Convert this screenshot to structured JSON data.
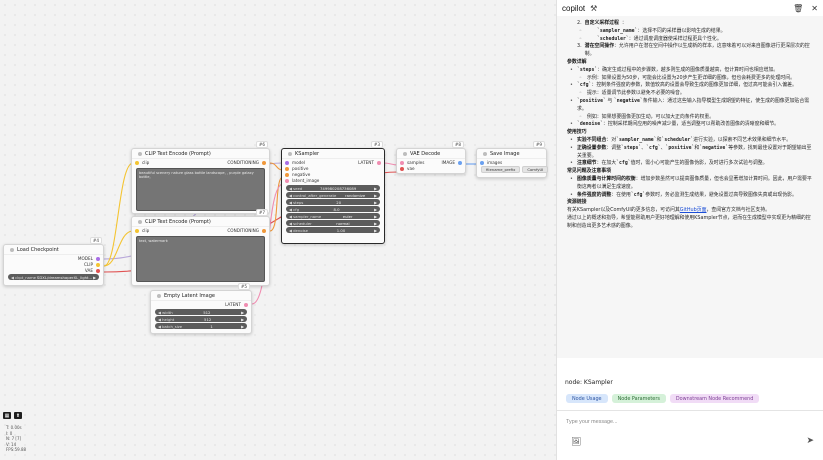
{
  "canvas": {
    "nodes": {
      "load_checkpoint": {
        "id": "#4",
        "title": "Load Checkpoint",
        "outputs": [
          "MODEL",
          "CLIP",
          "VAE"
        ],
        "widget_label": "ckpt_name",
        "widget_value": "SDXL/dreamshaperXL_light..."
      },
      "clip_pos": {
        "id": "#6",
        "title": "CLIP Text Encode (Prompt)",
        "input": "clip",
        "output": "CONDITIONING",
        "text": "beautiful scenery nature glass bottle landscape, , purple galaxy bottle,"
      },
      "clip_neg": {
        "id": "#7",
        "title": "CLIP Text Encode (Prompt)",
        "input": "clip",
        "output": "CONDITIONING",
        "text": "text, watermark"
      },
      "ksampler": {
        "id": "#3",
        "title": "KSampler",
        "inputs": [
          "model",
          "positive",
          "negative",
          "latent_image"
        ],
        "output": "LATENT",
        "widgets": [
          {
            "label": "seed",
            "value": "749980208736089"
          },
          {
            "label": "control_after_generate",
            "value": "randomize"
          },
          {
            "label": "steps",
            "value": "20"
          },
          {
            "label": "cfg",
            "value": "8.0"
          },
          {
            "label": "sampler_name",
            "value": "euler"
          },
          {
            "label": "scheduler",
            "value": "normal"
          },
          {
            "label": "denoise",
            "value": "1.00"
          }
        ]
      },
      "vae_decode": {
        "id": "#8",
        "title": "VAE Decode",
        "inputs": [
          "samples",
          "vae"
        ],
        "output": "IMAGE"
      },
      "save_image": {
        "id": "#9",
        "title": "Save Image",
        "input": "images",
        "chip1": "filename_prefix",
        "chip2": "ComfyUI"
      },
      "empty_latent": {
        "id": "#5",
        "title": "Empty Latent Image",
        "output": "LATENT",
        "widgets": [
          {
            "label": "width",
            "value": "512"
          },
          {
            "label": "height",
            "value": "512"
          },
          {
            "label": "batch_size",
            "value": "1"
          }
        ]
      }
    },
    "stats": [
      "T: 0.00s",
      "I: 0",
      "N: 7 [7]",
      "V: 14",
      "FPS:59.88"
    ]
  },
  "panel": {
    "title": "copilot",
    "chat": {
      "item2_num": "2.",
      "item2_title": "自定义采样过程",
      "item2_sub1_code": "`sampler_name`",
      "item2_sub1_text": "：选择不同的采样器以影响生成的结果。",
      "item2_sub2_code": "`scheduler`",
      "item2_sub2_text": "：通过调度调度器使采样过程更具个性化。",
      "item3_num": "3.",
      "item3_title": "潜在空间操作",
      "item3_text": "：允许用户在潜在空间中操作以生成新的样本，这意味着可以对来自图像进行更深层次的控制。",
      "params_heading": "参数详解",
      "steps_code": "`steps`",
      "steps_text": "：确定生成过程中的步骤数，越多则生成的图像质量越高，但计算时间也相应增加。",
      "steps_ex": "示例：如果设置为50步，可能会比设置为20步产生更详细的图像，但也会耗费更多的处理时间。",
      "cfg_code": "`cfg`",
      "cfg_text": "：控制条件强度的参数，数值较高的设置会导致生成的图像更加详细，但过高可能会引入偏差。",
      "cfg_tip": "提示：适量调节此参数以避免不必要的噪音。",
      "pos_code": "`positive`",
      "pos_and": "与",
      "neg_code": "`negative`",
      "posneg_text": "条件输入：通过这些输入指导模型生成期望的特征，使生成的图像更加贴合需求。",
      "posneg_ex": "例如：如果想要图像更加生动，可以加大正向条件的权重。",
      "denoise_code": "`denoise`",
      "denoise_text": "：控制采样期间应用的噪声减少量，适当调整可以帮助改善图像的清晰度和细节。",
      "tips_heading": "使用技巧",
      "tip1_bold": "实验不同组合",
      "tip1_pre": "：对",
      "tip1_code1": "`sampler_name`",
      "tip1_mid": "和",
      "tip1_code2": "`scheduler`",
      "tip1_post": "进行实验，以探索不同艺术效果和细节水平。",
      "tip2_bold": "正确设置参数",
      "tip2_pre": "：调整",
      "tip2_code1": "`steps`",
      "tip2_c2": "`cfg`",
      "tip2_c3": "`positive`",
      "tip2_and": "和",
      "tip2_c4": "`negative`",
      "tip2_post": "等参数，找到最佳设置对于期望输出至关重要。",
      "tip3_bold": "注意细节",
      "tip3_pre": "：在加大",
      "tip3_code": "`cfg`",
      "tip3_post": "值时，需小心可能产生的图像伪影，及时进行多次试验与调整。",
      "issues_heading": "常见问题及注意事项",
      "issue1_bold": "图像质量与计算时间的权衡",
      "issue1_text": "：增加步数虽然可以提高图像质量，但也会显著增加计算时间。因此，用户需要平衡这两者以满足生成速度。",
      "issue2_bold": "条件强度的调整",
      "issue2_pre": "：在使用",
      "issue2_code": "`cfg`",
      "issue2_post": "参数时，务必监测生成结果，避免设置过高导致图像失真或出现伪影。",
      "res_heading": "资源链接",
      "res_pre": "有关KSampler以及ComfyUI的更多信息，可访问其",
      "res_link": "GitHub页面",
      "res_post": "，查阅官方文档与社区支持。",
      "closing": "通过以上的概述和指导，希望能帮助用户更好地理解和使用KSampler节点，进而在生成模型中实现更为精细的控制和创造出更多艺术感的图像。"
    },
    "node_label": "node: KSampler",
    "suggestions": [
      "Node Usage",
      "Node Parameters",
      "Downstream Node Recommend"
    ],
    "input_placeholder": "Type your message..."
  }
}
